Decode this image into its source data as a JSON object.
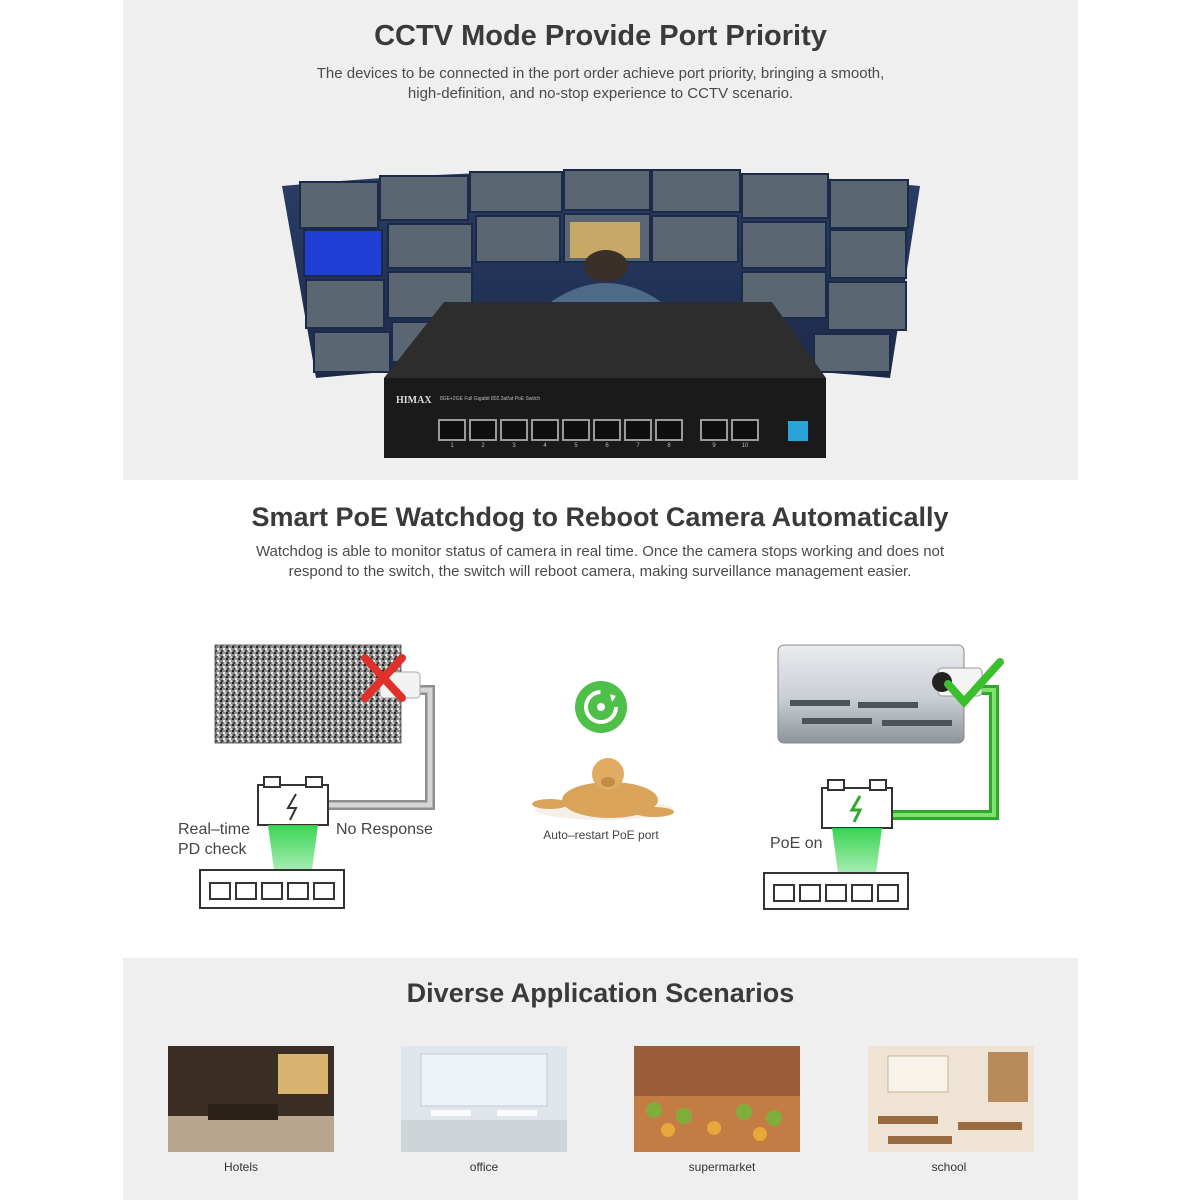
{
  "cctv": {
    "title": "CCTV Mode Provide Port Priority",
    "subtitle_lines": [
      "The devices to be connected in the port order achieve port priority, bringing a smooth,",
      "high-definition, and no-stop experience to CCTV scenario."
    ],
    "switch": {
      "brand": "HIMAX",
      "model_text": "8GE+2GE Full Gigabit 802.3af/at PoE Switch",
      "port_numbers": [
        "1",
        "2",
        "3",
        "4",
        "5",
        "6",
        "7",
        "8",
        "9",
        "10"
      ]
    }
  },
  "watchdog": {
    "title": "Smart PoE Watchdog to Reboot Camera Automatically",
    "subtitle_lines": [
      "Watchdog is able to monitor status of camera in real time. Once the camera stops working and does not",
      "respond to the switch, the switch will reboot camera, making surveillance management easier."
    ],
    "left_check_label_1": "Real–time",
    "left_check_label_2": "PD check",
    "no_response_label": "No Response",
    "center_label": "Auto–restart PoE port",
    "poe_on_label": "PoE on"
  },
  "scenarios": {
    "title": "Diverse Application Scenarios",
    "items": [
      {
        "label": "Hotels"
      },
      {
        "label": "office"
      },
      {
        "label": "supermarket"
      },
      {
        "label": "school"
      }
    ]
  },
  "colors": {
    "panel_bg": "#efefef",
    "green": "#3bbf2e",
    "red": "#e0302a",
    "cable_gray": "#9a9a9a"
  }
}
